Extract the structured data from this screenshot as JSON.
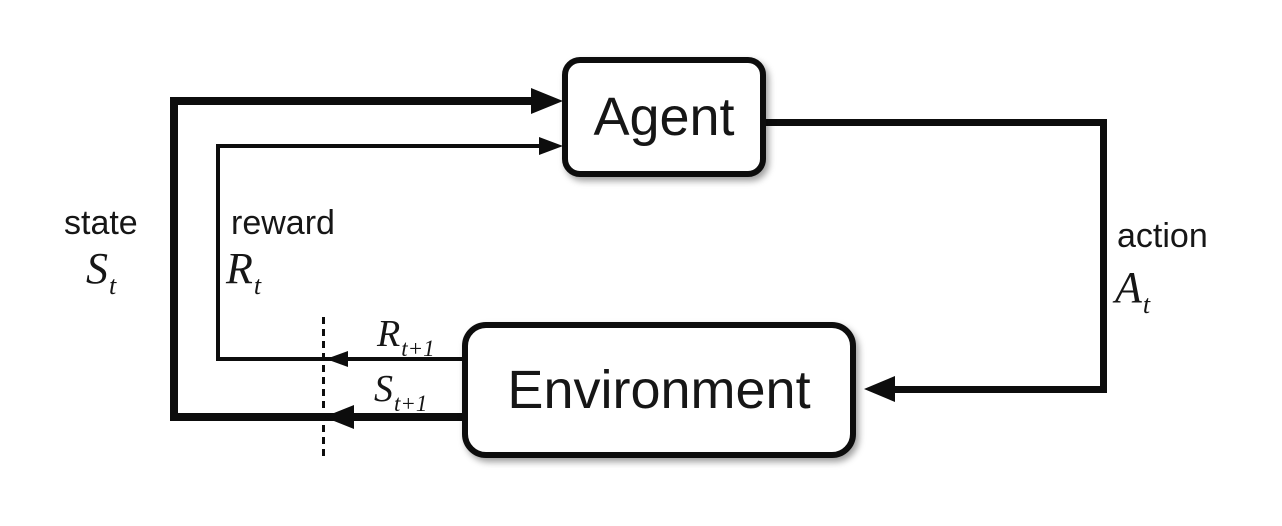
{
  "diagram": {
    "type": "flow-diagram",
    "background_color": "#ffffff",
    "line_color": "#0d0d0d",
    "box_fill_color": "#ffffff",
    "nodes": [
      {
        "id": "agent",
        "label": "Agent"
      },
      {
        "id": "environment",
        "label": "Environment"
      }
    ],
    "annotations": {
      "state_word": "state",
      "state_sym_main": "S",
      "state_sym_sub": "t",
      "reward_word": "reward",
      "reward_sym_main": "R",
      "reward_sym_sub": "t",
      "action_word": "action",
      "action_sym_main": "A",
      "action_sym_sub": "t",
      "next_reward_main": "R",
      "next_reward_sub": "t+1",
      "next_state_main": "S",
      "next_state_sub": "t+1"
    },
    "edges": [
      {
        "from": "agent",
        "to": "environment",
        "label": "action At"
      },
      {
        "from": "environment",
        "to": "agent",
        "label": "reward Rt+1"
      },
      {
        "from": "environment",
        "to": "agent",
        "label": "state St+1"
      }
    ]
  }
}
